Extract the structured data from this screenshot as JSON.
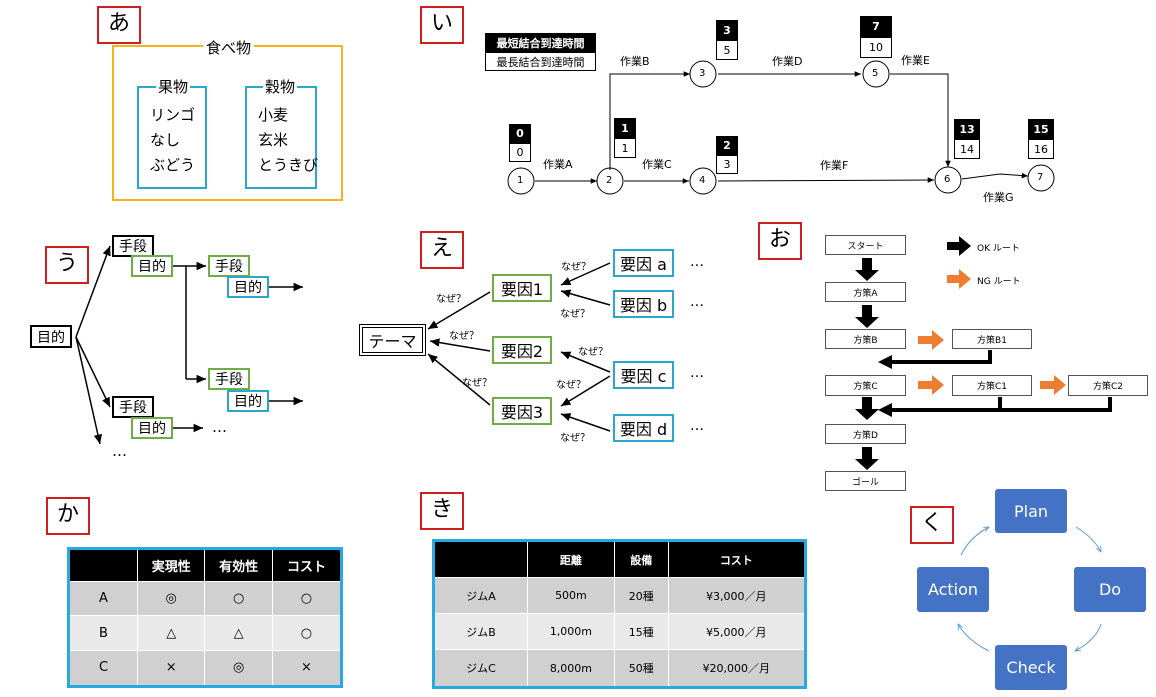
{
  "colors": {
    "red_frame": "#cc1f1f",
    "orange": "#ed7d31",
    "green": "#70ad47",
    "cyan": "#2aa6cf",
    "gold": "#f2b31f",
    "pdca_blue": "#4472c4",
    "gray_row": "#d0d0d0",
    "table_frame": "#27a9e1"
  },
  "markers": {
    "a": "あ",
    "i": "い",
    "u": "う",
    "e": "え",
    "o": "お",
    "ka": "か",
    "ki": "き",
    "ku": "く"
  },
  "panel_a": {
    "title": "食べ物",
    "fruit": {
      "title": "果物",
      "items": [
        "リンゴ",
        "なし",
        "ぶどう"
      ]
    },
    "grain": {
      "title": "穀物",
      "items": [
        "小麦",
        "玄米",
        "とうきび"
      ]
    }
  },
  "panel_i": {
    "legend": {
      "earliest": "最短結合到達時間",
      "latest": "最長結合到達時間"
    },
    "nodes": [
      "1",
      "2",
      "3",
      "4",
      "5",
      "6",
      "7"
    ],
    "times": [
      {
        "e": "0",
        "l": "0"
      },
      {
        "e": "1",
        "l": "1"
      },
      {
        "e": "3",
        "l": "5"
      },
      {
        "e": "2",
        "l": "3"
      },
      {
        "e": "7",
        "l": "10"
      },
      {
        "e": "13",
        "l": "14"
      },
      {
        "e": "15",
        "l": "16"
      }
    ],
    "tasks": {
      "a": "作業A",
      "b": "作業B",
      "c": "作業C",
      "d": "作業D",
      "e": "作業E",
      "f": "作業F",
      "g": "作業G"
    }
  },
  "panel_u": {
    "root": "目的",
    "means": "手段",
    "purpose": "目的",
    "ellipsis": "…"
  },
  "panel_e": {
    "theme": "テーマ",
    "why": "なぜ？",
    "factors": [
      "要因1",
      "要因2",
      "要因3"
    ],
    "sub": [
      "要因 a",
      "要因 b",
      "要因 c",
      "要因 d"
    ],
    "ellipsis": "…"
  },
  "panel_o": {
    "start": "スタート",
    "a": "方策A",
    "b": "方策B",
    "b1": "方策B1",
    "c": "方策C",
    "c1": "方策C1",
    "c2": "方策C2",
    "d": "方策D",
    "goal": "ゴール",
    "ok": "OK ルート",
    "ng": "NG ルート"
  },
  "panel_ka": {
    "headers": [
      "",
      "実現性",
      "有効性",
      "コスト"
    ],
    "rows": [
      [
        "A",
        "◎",
        "○",
        "○"
      ],
      [
        "B",
        "△",
        "△",
        "○"
      ],
      [
        "C",
        "×",
        "◎",
        "×"
      ]
    ]
  },
  "panel_ki": {
    "headers": [
      "",
      "距離",
      "設備",
      "コスト"
    ],
    "rows": [
      [
        "ジムA",
        "500m",
        "20種",
        "¥3,000／月"
      ],
      [
        "ジムB",
        "1,000m",
        "15種",
        "¥5,000／月"
      ],
      [
        "ジムC",
        "8,000m",
        "50種",
        "¥20,000／月"
      ]
    ]
  },
  "panel_ku": {
    "plan": "Plan",
    "do": "Do",
    "check": "Check",
    "action": "Action"
  }
}
